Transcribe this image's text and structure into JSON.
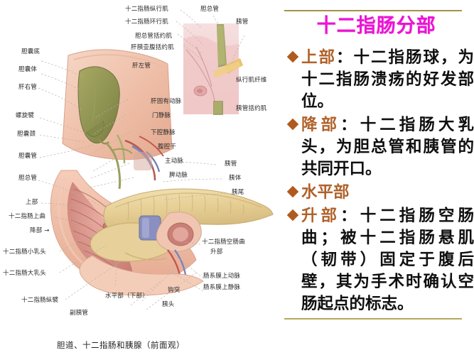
{
  "slide": {
    "title": "十二指肠分部",
    "title_color": "#e916d4",
    "rule_color": "#a39348",
    "background": "#ffffff"
  },
  "bullets": [
    {
      "marker": "diamond-bullet",
      "head": "上部",
      "separator": "：",
      "body": "十二指肠球，为十二指肠溃疡的好发部位。",
      "head_color": "#b0622a",
      "body_color": "#0f0f0f"
    },
    {
      "marker": "diamond-bullet",
      "head": "降部",
      "separator": "：",
      "body": "十二指肠大乳头，为胆总管和胰管的共同开口。",
      "head_color": "#b0622a",
      "body_color": "#0f0f0f"
    },
    {
      "marker": "diamond-bullet",
      "head": "水平部",
      "separator": "",
      "body": "",
      "head_color": "#b0622a",
      "body_color": "#0f0f0f"
    },
    {
      "marker": "diamond-bullet",
      "head": "升部",
      "separator": "：",
      "body": "十二指肠空肠曲；被十二指肠悬肌（韧带）固定于腹后壁，其为手术时确认空肠起点的标志。",
      "head_color": "#b0622a",
      "body_color": "#0f0f0f"
    }
  ],
  "figure": {
    "caption": "胆道、十二指肠和胰腺（前面观）",
    "annotations": [
      {
        "id": "a01",
        "text": "十二指肠纵行肌"
      },
      {
        "id": "a02",
        "text": "十二指肠环行肌"
      },
      {
        "id": "a03",
        "text": "胆总管括约肌"
      },
      {
        "id": "a04",
        "text": "肝胰壶腹括约肌"
      },
      {
        "id": "a05",
        "text": "胆总管"
      },
      {
        "id": "a06",
        "text": "胰管"
      },
      {
        "id": "a07",
        "text": "纵行肌纤维"
      },
      {
        "id": "a08",
        "text": "胰管括约肌"
      },
      {
        "id": "a09",
        "text": "胆囊底"
      },
      {
        "id": "a10",
        "text": "胆囊体"
      },
      {
        "id": "a11",
        "text": "肝右管"
      },
      {
        "id": "a12",
        "text": "螺旋襞"
      },
      {
        "id": "a13",
        "text": "胆囊颈"
      },
      {
        "id": "a14",
        "text": "胆囊管"
      },
      {
        "id": "a15",
        "text": "胆总管"
      },
      {
        "id": "a16",
        "text": "肝左管"
      },
      {
        "id": "a17",
        "text": "肝固有动脉"
      },
      {
        "id": "a18",
        "text": "门静脉"
      },
      {
        "id": "a19",
        "text": "下腔静脉"
      },
      {
        "id": "a20",
        "text": "腹腔干"
      },
      {
        "id": "a21",
        "text": "主动脉"
      },
      {
        "id": "a22",
        "text": "脾动脉"
      },
      {
        "id": "a23",
        "text": "胰管"
      },
      {
        "id": "a24",
        "text": "胰体"
      },
      {
        "id": "a25",
        "text": "胰尾"
      },
      {
        "id": "a26",
        "text": "上部"
      },
      {
        "id": "a27",
        "text": "十二指肠上曲"
      },
      {
        "id": "a28",
        "text": "降部 →"
      },
      {
        "id": "a29",
        "text": "十二指肠小乳头"
      },
      {
        "id": "a30",
        "text": "十二指肠大乳头"
      },
      {
        "id": "a31",
        "text": "十二指肠纵襞"
      },
      {
        "id": "a32",
        "text": "副胰管"
      },
      {
        "id": "a33",
        "text": "水平部（下部）"
      },
      {
        "id": "a34",
        "text": "胰头"
      },
      {
        "id": "a35",
        "text": "钩突"
      },
      {
        "id": "a36",
        "text": "十二指肠空肠曲"
      },
      {
        "id": "a37",
        "text": "升部"
      },
      {
        "id": "a38",
        "text": "肠系膜上动脉"
      },
      {
        "id": "a39",
        "text": "肠系膜上静脉"
      }
    ],
    "colors": {
      "duodenum": "#f0c3ad",
      "pancreas": "#e8d49a",
      "gallbladder": "#8d9150",
      "bile_duct": "#9aa05a",
      "artery": "#c2584f",
      "vein": "#7b86b8",
      "mucosa": "#d98d8d"
    }
  }
}
